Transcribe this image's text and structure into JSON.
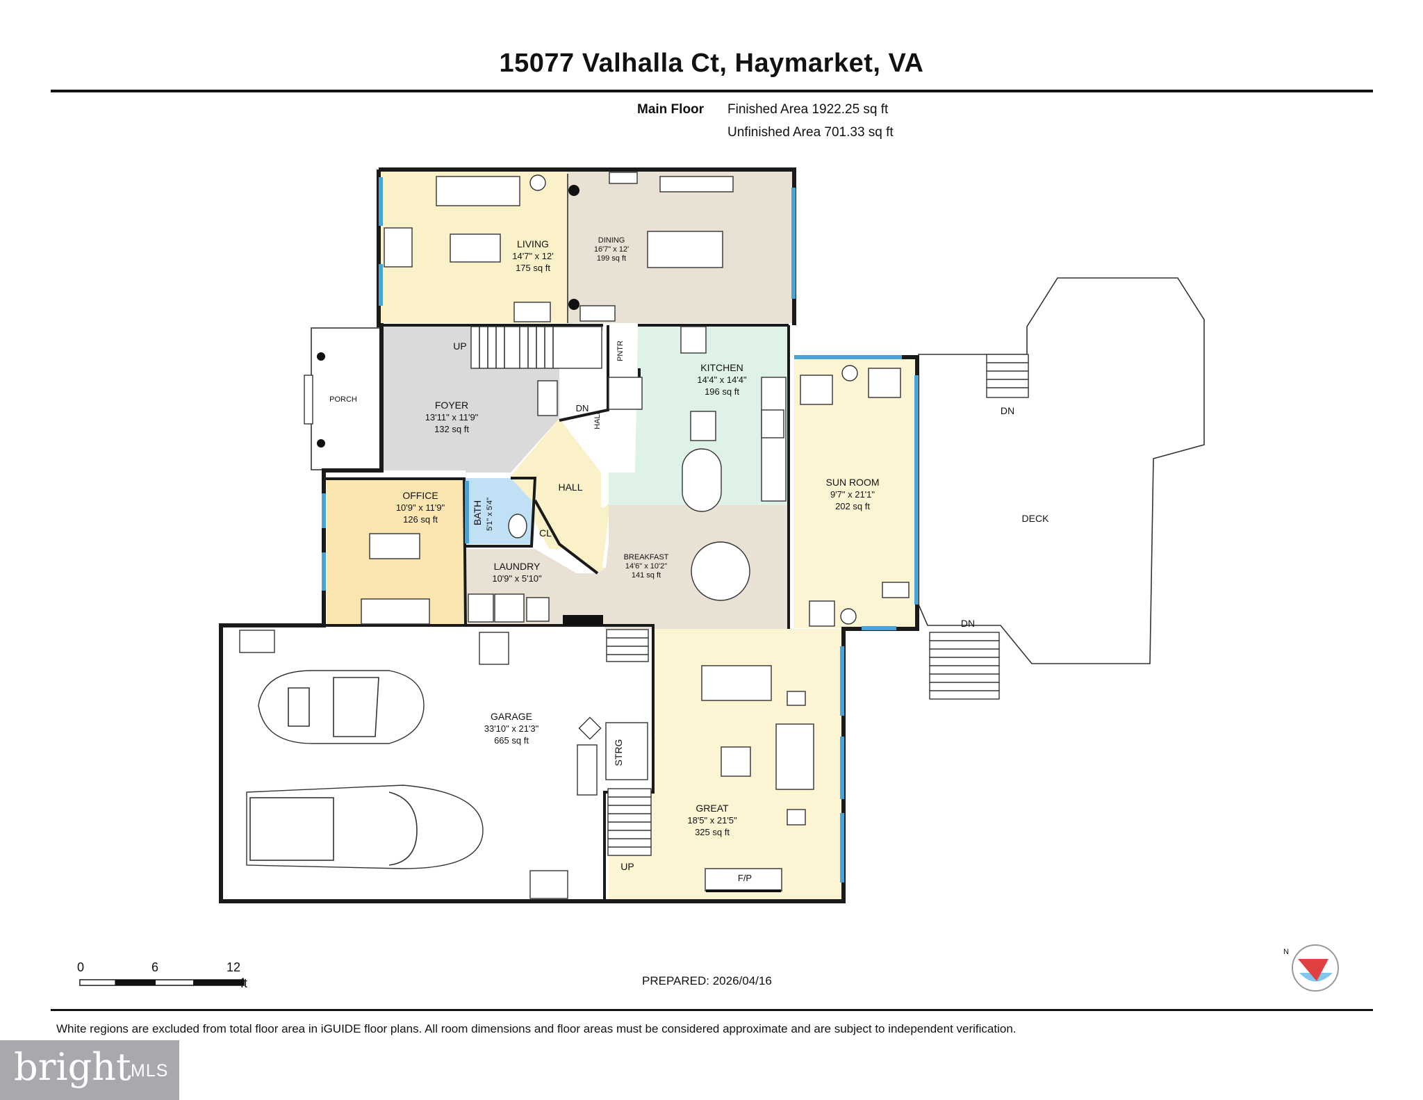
{
  "header": {
    "title": "15077 Valhalla Ct, Haymarket, VA",
    "floor_label": "Main Floor",
    "finished_area": "Finished Area 1922.25 sq ft",
    "unfinished_area": "Unfinished Area 701.33 sq ft"
  },
  "rooms": {
    "living": {
      "name": "LIVING",
      "dims": "14'7\" x 12'",
      "area": "175 sq ft"
    },
    "dining": {
      "name": "DINING",
      "dims": "16'7\" x 12'",
      "area": "199 sq ft"
    },
    "porch": {
      "name": "PORCH"
    },
    "foyer": {
      "name": "FOYER",
      "dims": "13'11\" x 11'9\"",
      "area": "132 sq ft"
    },
    "pntr": {
      "name": "PNTR"
    },
    "kitchen": {
      "name": "KITCHEN",
      "dims": "14'4\" x 14'4\"",
      "area": "196 sq ft"
    },
    "sun_room": {
      "name": "SUN ROOM",
      "dims": "9'7\" x 21'1\"",
      "area": "202 sq ft"
    },
    "hall_small": {
      "name": "HALL",
      "dn": "DN"
    },
    "hall": {
      "name": "HALL"
    },
    "office": {
      "name": "OFFICE",
      "dims": "10'9\" x 11'9\"",
      "area": "126 sq ft"
    },
    "bath": {
      "name": "BATH",
      "dims": "5'1\" x 5'4\""
    },
    "cl": {
      "name": "CL"
    },
    "laundry": {
      "name": "LAUNDRY",
      "dims": "10'9\" x 5'10\""
    },
    "breakfast": {
      "name": "BREAKFAST",
      "dims": "14'6\" x 10'2\"",
      "area": "141 sq ft"
    },
    "deck": {
      "name": "DECK"
    },
    "garage": {
      "name": "GARAGE",
      "dims": "33'10\" x 21'3\"",
      "area": "665 sq ft"
    },
    "strg": {
      "name": "STRG"
    },
    "great": {
      "name": "GREAT",
      "dims": "18'5\" x 21'5\"",
      "area": "325 sq ft"
    },
    "fp": {
      "name": "F/P"
    }
  },
  "stairs": {
    "up_foyer": "UP",
    "dn_deck_top": "DN",
    "dn_deck_bottom": "DN",
    "up_great": "UP"
  },
  "scale": {
    "tick_0": "0",
    "tick_6": "6",
    "tick_12": "12",
    "unit": "ft"
  },
  "compass": {
    "north": "N"
  },
  "prepared": "PREPARED: 2026/04/16",
  "disclaimer": "White regions are excluded from total floor area in iGUIDE floor plans. All room dimensions and floor areas must be considered approximate and are subject to independent verification.",
  "logo": {
    "brand": "bright",
    "suffix": "MLS"
  },
  "colors": {
    "living": "#fbf1c9",
    "dining": "#e9e1d3",
    "foyer": "#dadada",
    "kitchen": "#def2e8",
    "sun_room": "#fcf4d3",
    "hall": "#fbf1c9",
    "office": "#fbe6b1",
    "bath": "#bfe0f5",
    "laundry": "#e9e1d3",
    "breakfast": "#e9e1d3",
    "great": "#fcf4d3",
    "window": "#4aa3d6"
  }
}
